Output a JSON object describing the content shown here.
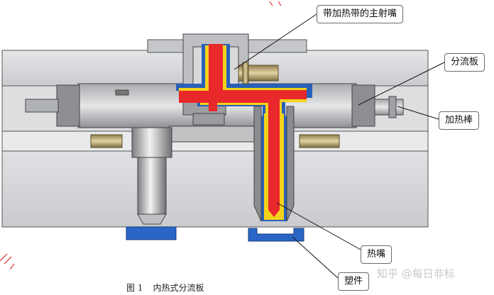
{
  "labels": {
    "main_nozzle": "带加热带的主射嘴",
    "manifold": "分流板",
    "heater_rod": "加热棒",
    "hot_nozzle": "热嘴",
    "part": "塑件"
  },
  "caption": {
    "number": "图 1",
    "title": "内热式分流板"
  },
  "watermark": "知乎 @每日非标",
  "colors": {
    "melt": "#e8282a",
    "melt_edge": "#f5d21a",
    "insulation": "#2a60b8",
    "plate": "#d2d4d6",
    "steel_dark": "#8a8c8f",
    "heater": "#b9a97a",
    "part": "#2a66c8"
  }
}
